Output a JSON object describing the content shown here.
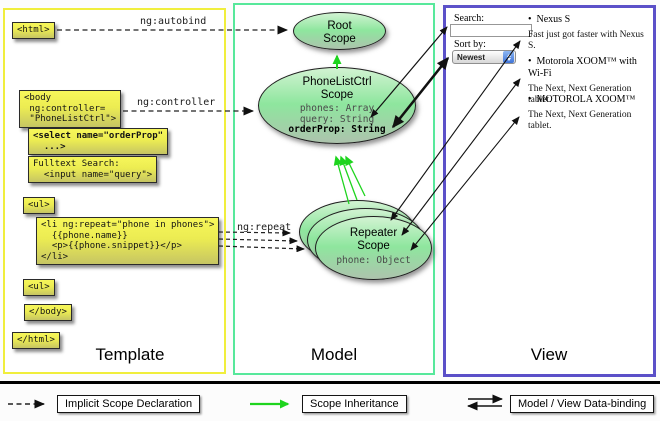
{
  "columns": [
    {
      "id": "template",
      "label": "Template"
    },
    {
      "id": "model",
      "label": "Model"
    },
    {
      "id": "view",
      "label": "View"
    }
  ],
  "template": {
    "html_open": "<html>",
    "annotation_autobind": "ng:autobind",
    "body_open": "<body\n ng:controller=\n \"PhoneListCtrl\">",
    "annotation_controller": "ng:controller",
    "select_box": "<select name=\"orderProp\"\n  ...>",
    "fulltext_box": "Fulltext Search:\n  <input name=\"query\">",
    "ul_open": "<ul>",
    "li_box": "<li ng:repeat=\"phone in phones\">\n  {{phone.name}}\n  <p>{{phone.snippet}}</p>\n</li>",
    "annotation_repeat": "ng:repeat",
    "ul_close": "<ul>",
    "body_close": "</body>",
    "html_close": "</html>"
  },
  "model": {
    "root_scope_title": "Root\nScope",
    "phonelist_title": "PhoneListCtrl\nScope",
    "phonelist_props": [
      "phones: Array",
      "query: String",
      "orderProp: String"
    ],
    "repeater_title": "Repeater\nScope",
    "repeater_prop": "phone: Object"
  },
  "view": {
    "search_label": "Search:",
    "search_value": "",
    "sort_label": "Sort by:",
    "sort_value": "Newest",
    "items": [
      {
        "bullet": "•",
        "name": "Nexus S",
        "snippet": "Fast just got faster with Nexus S."
      },
      {
        "bullet": "•",
        "name": "Motorola XOOM™ with Wi-Fi",
        "snippet": "The Next, Next Generation tablet."
      },
      {
        "bullet": "•",
        "name": "MOTOROLA XOOM™",
        "snippet": "The Next, Next Generation tablet."
      }
    ]
  },
  "legend": {
    "implicit": "Implicit Scope Declaration",
    "inheritance": "Scope Inheritance",
    "databinding": "Model / View Data-binding"
  },
  "colors": {
    "template_border": "#f0ee3c",
    "model_border": "#57e89b",
    "view_border": "#5b50c8",
    "scope_fill_green": "#8ee69e",
    "code_box_yellow": "#ecec52",
    "inheritance_arrow_green": "#1ed41e"
  }
}
